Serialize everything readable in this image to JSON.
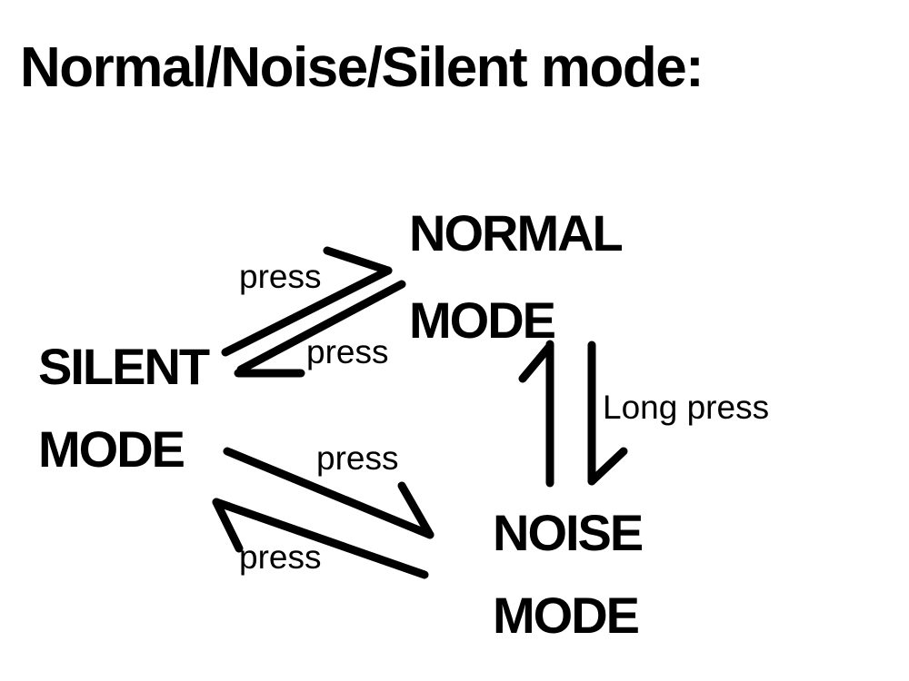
{
  "page": {
    "background_color": "#ffffff",
    "ink_color": "#000000"
  },
  "title": {
    "text": "Normal/Noise/Silent mode",
    "colon": ":"
  },
  "nodes": {
    "silent": {
      "line1": "SILENT",
      "line2": "MODE"
    },
    "normal": {
      "line1": "NORMAL",
      "line2": "MODE"
    },
    "noise": {
      "line1": "NOISE",
      "line2": "MODE"
    }
  },
  "transitions": [
    {
      "from": "SILENT MODE",
      "to": "NORMAL MODE",
      "trigger": "press"
    },
    {
      "from": "NORMAL MODE",
      "to": "SILENT MODE",
      "trigger": "press"
    },
    {
      "from": "NOISE MODE",
      "to": "NORMAL MODE"
    },
    {
      "from": "NORMAL MODE",
      "to": "NOISE MODE",
      "trigger": "Long press"
    },
    {
      "from": "SILENT MODE",
      "to": "NOISE MODE",
      "trigger": "press"
    },
    {
      "from": "NOISE MODE",
      "to": "SILENT MODE",
      "trigger": "press"
    }
  ]
}
